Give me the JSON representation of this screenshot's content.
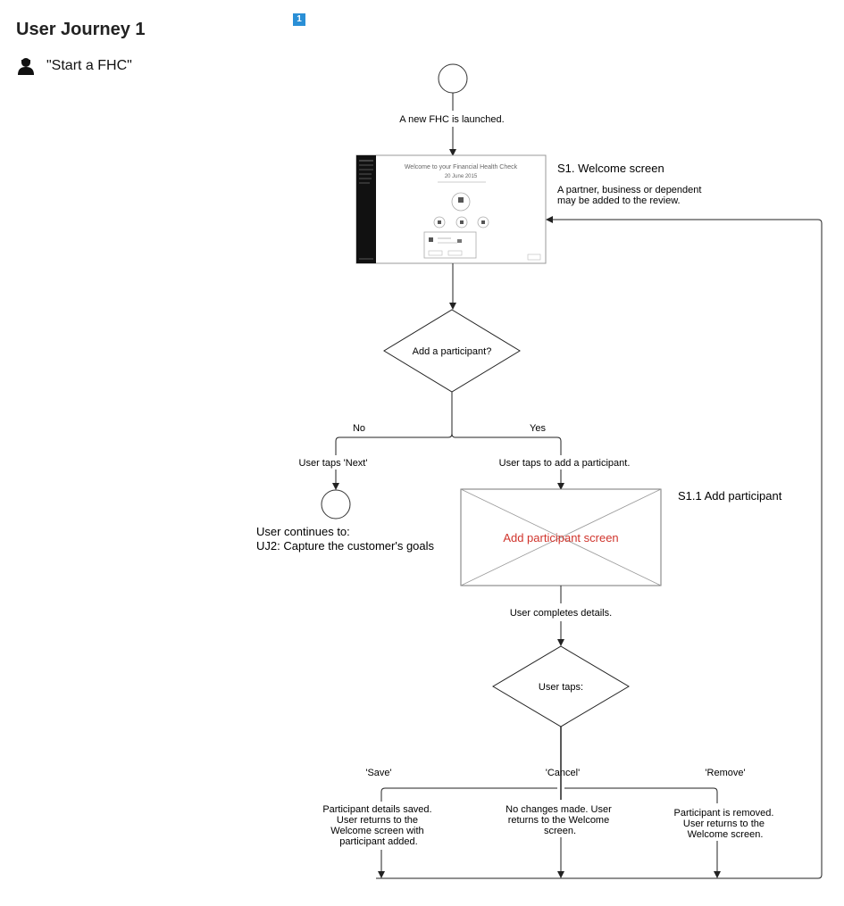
{
  "page": {
    "title": "User Journey 1",
    "subtitle": "\"Start a FHC\"",
    "badge": "1"
  },
  "flow": {
    "launch_label": "A new FHC is launched.",
    "s1_title": "S1. Welcome screen",
    "s1_desc_line1": "A partner, business or dependent",
    "s1_desc_line2": "may be added to the review.",
    "thumb_heading": "Welcome to your Financial Health Check",
    "thumb_date": "20 June 2015",
    "decision1": "Add a participant?",
    "no_label": "No",
    "yes_label": "Yes",
    "user_taps_next": "User taps 'Next'",
    "user_taps_add": "User taps to add a participant.",
    "continues_line1": "User continues to:",
    "continues_line2": "UJ2: Capture the customer's goals",
    "s11_title": "S1.1 Add participant",
    "placeholder_label": "Add participant screen",
    "completes": "User completes details.",
    "decision2": "User taps:",
    "save_label": "'Save'",
    "cancel_label": "'Cancel'",
    "remove_label": "'Remove'",
    "save_desc": [
      "Participant details saved.",
      "User returns to the",
      "Welcome screen with",
      "participant added."
    ],
    "cancel_desc": [
      "No changes made. User",
      "returns to the Welcome",
      "screen."
    ],
    "remove_desc": [
      "Participant is removed.",
      "User returns to the",
      "Welcome screen."
    ]
  },
  "colors": {
    "line": "#222222",
    "badge": "#2a8fd6",
    "placeholder_text": "#d0342c",
    "sidebar": "#111111"
  }
}
